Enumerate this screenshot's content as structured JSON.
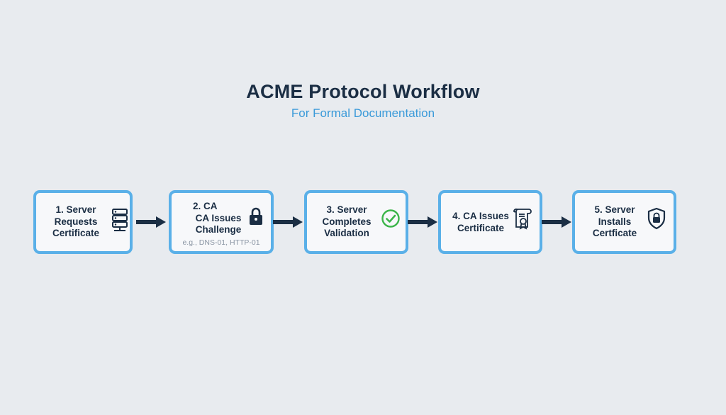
{
  "title": "ACME Protocol Workflow",
  "subtitle": "For Formal Documentation",
  "steps": [
    {
      "lines": [
        "1. Server",
        "Requests",
        "Certificate"
      ],
      "icon": "server-icon"
    },
    {
      "lines": [
        "2. CA",
        "CA Issues",
        "Challenge"
      ],
      "note": "e.g., DNS-01, HTTP-01",
      "icon": "lock-icon"
    },
    {
      "lines": [
        "3. Server",
        "Completes",
        "Validation"
      ],
      "icon": "check-circle-icon"
    },
    {
      "lines": [
        "4. CA Issues",
        "Certificate"
      ],
      "icon": "certificate-scroll-icon"
    },
    {
      "lines": [
        "5. Server",
        "Installs",
        "Certficate"
      ],
      "icon": "shield-lock-icon"
    }
  ],
  "colors": {
    "background": "#e8ebef",
    "box_border": "#5ab0e8",
    "text": "#1b2e44",
    "subtitle": "#3a9ad9",
    "check": "#3cb54a"
  }
}
